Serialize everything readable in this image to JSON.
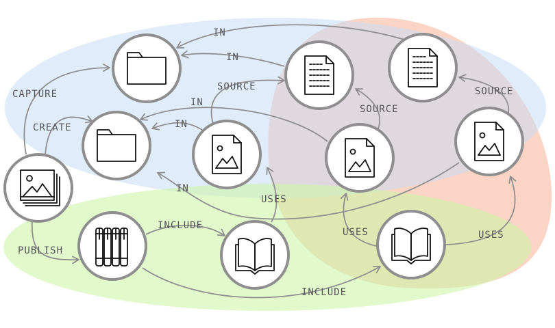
{
  "colors": {
    "region_blue": "#c9dcf5",
    "region_green": "#cdf5a8",
    "region_orange": "#f6a98a",
    "edge": "#8e8e8e",
    "node_ring": "#8e8e8e",
    "icon": "#111111"
  },
  "nodes": [
    {
      "id": "folder-top",
      "icon": "folder-icon"
    },
    {
      "id": "folder-left",
      "icon": "folder-icon"
    },
    {
      "id": "image-collection",
      "icon": "image-stack-icon"
    },
    {
      "id": "image-file-center",
      "icon": "image-file-icon"
    },
    {
      "id": "document-mid",
      "icon": "document-icon"
    },
    {
      "id": "document-right",
      "icon": "document-icon"
    },
    {
      "id": "image-file-mid-right",
      "icon": "image-file-icon"
    },
    {
      "id": "image-file-far-right",
      "icon": "image-file-icon"
    },
    {
      "id": "library",
      "icon": "books-shelf-icon"
    },
    {
      "id": "book-center",
      "icon": "open-book-icon"
    },
    {
      "id": "book-right",
      "icon": "open-book-icon"
    }
  ],
  "edges": {
    "capture": "CAPTURE",
    "create": "CREATE",
    "publish": "PUBLISH",
    "include_top": "INCLUDE",
    "include_bottom": "INCLUDE",
    "uses_center": "USES",
    "uses_mid": "USES",
    "uses_right": "USES",
    "in_top": "IN",
    "in_doc": "IN",
    "in_mid": "IN",
    "in_center": "IN",
    "in_bottom": "IN",
    "source_center": "SOURCE",
    "source_mid": "SOURCE",
    "source_right": "SOURCE"
  }
}
